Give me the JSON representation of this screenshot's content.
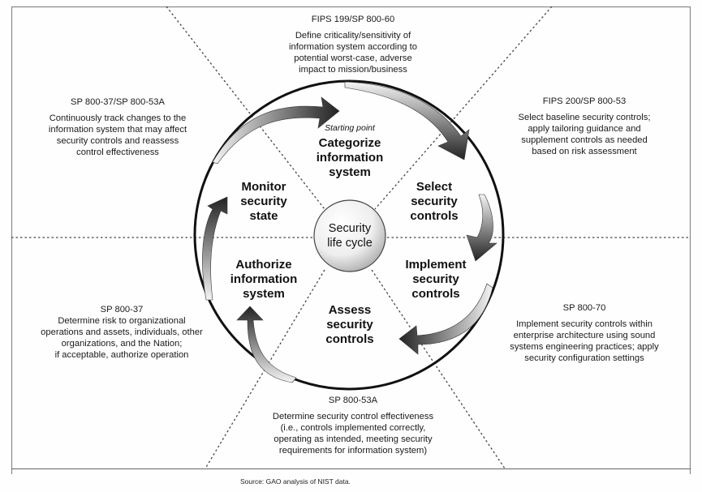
{
  "diagram": {
    "hub_label_lines": [
      "Security",
      "life cycle"
    ],
    "starting_point_label": "Starting point",
    "stages": [
      {
        "id": "categorize",
        "lines": [
          "Categorize",
          "information",
          "system"
        ]
      },
      {
        "id": "select",
        "lines": [
          "Select",
          "security",
          "controls"
        ]
      },
      {
        "id": "implement",
        "lines": [
          "Implement",
          "security",
          "controls"
        ]
      },
      {
        "id": "assess",
        "lines": [
          "Assess",
          "security",
          "controls"
        ]
      },
      {
        "id": "authorize",
        "lines": [
          "Authorize",
          "information",
          "system"
        ]
      },
      {
        "id": "monitor",
        "lines": [
          "Monitor",
          "security",
          "state"
        ]
      }
    ],
    "descriptions": [
      {
        "id": "categorize",
        "reference": "FIPS 199/SP 800-60",
        "lines": [
          "Define criticality/sensitivity of",
          "information system according to",
          "potential worst-case, adverse",
          "impact to mission/business"
        ]
      },
      {
        "id": "select",
        "reference": "FIPS 200/SP 800-53",
        "lines": [
          "Select baseline security controls;",
          "apply tailoring guidance and",
          "supplement controls as needed",
          "based on risk assessment"
        ]
      },
      {
        "id": "implement",
        "reference": "SP 800-70",
        "lines": [
          "Implement security controls within",
          "enterprise architecture using sound",
          "systems engineering practices; apply",
          "security configuration settings"
        ]
      },
      {
        "id": "assess",
        "reference": "SP 800-53A",
        "lines": [
          "Determine security control effectiveness",
          "(i.e., controls implemented correctly,",
          "operating as intended, meeting security",
          "requirements for information system)"
        ]
      },
      {
        "id": "authorize",
        "reference": "SP 800-37",
        "lines": [
          "Determine risk to organizational",
          "operations and assets, individuals, other",
          "organizations, and the Nation;",
          "if acceptable, authorize operation"
        ]
      },
      {
        "id": "monitor",
        "reference": "SP 800-37/SP 800-53A",
        "lines": [
          "Continuously track changes to the",
          "information system that may affect",
          "security controls and reassess",
          "control effectiveness"
        ]
      }
    ],
    "source_note": "Source: GAO analysis of NIST data."
  }
}
